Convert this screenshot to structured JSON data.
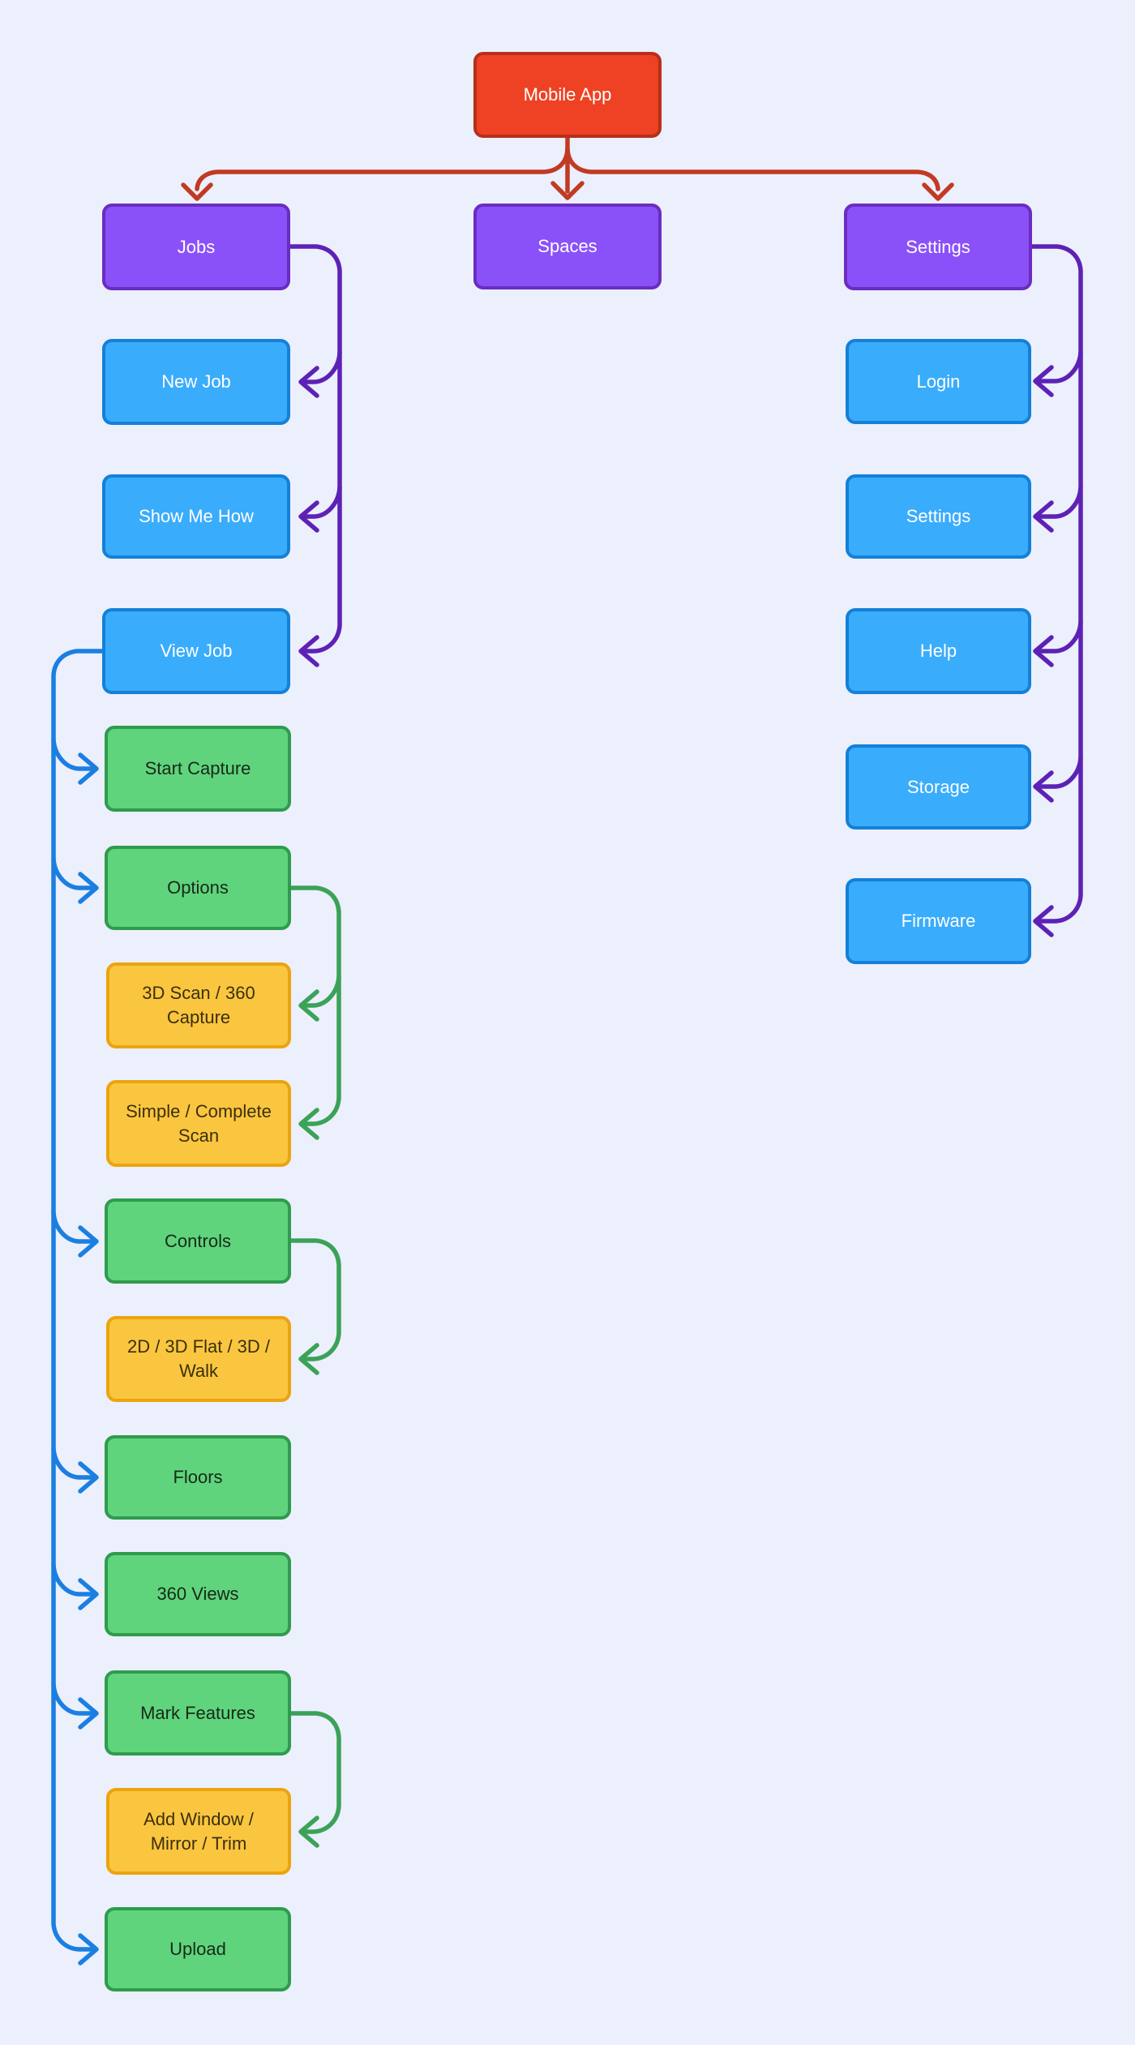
{
  "diagram": {
    "title_node": "Mobile App",
    "nodes": {
      "mobile_app": "Mobile App",
      "jobs": "Jobs",
      "spaces": "Spaces",
      "settings": "Settings",
      "new_job": "New Job",
      "show_me_how": "Show Me How",
      "view_job": "View Job",
      "start_capture": "Start Capture",
      "options": "Options",
      "scan_3d_360": "3D Scan / 360 Capture",
      "simple_complete": "Simple / Complete Scan",
      "controls": "Controls",
      "flat_walk": "2D / 3D Flat / 3D / Walk",
      "floors": "Floors",
      "views_360": "360 Views",
      "mark_features": "Mark Features",
      "add_window": "Add Window / Mirror / Trim",
      "upload": "Upload",
      "login": "Login",
      "settings_sub": "Settings",
      "help": "Help",
      "storage": "Storage",
      "firmware": "Firmware"
    },
    "hierarchy": {
      "mobile_app_children": [
        "Jobs",
        "Spaces",
        "Settings"
      ],
      "jobs_children": [
        "New Job",
        "Show Me How",
        "View Job"
      ],
      "view_job_children": [
        "Start Capture",
        "Options",
        "Controls",
        "Floors",
        "360 Views",
        "Mark Features",
        "Upload"
      ],
      "options_children": [
        "3D Scan / 360 Capture",
        "Simple / Complete Scan"
      ],
      "controls_children": [
        "2D / 3D Flat / 3D / Walk"
      ],
      "mark_features_children": [
        "Add Window / Mirror / Trim"
      ],
      "settings_children": [
        "Login",
        "Settings",
        "Help",
        "Storage",
        "Firmware"
      ]
    }
  },
  "colors": {
    "background": "#ECEFFC",
    "red_fill": "#EF4123",
    "red_border": "#B5301C",
    "red_arrow": "#C13A24",
    "purple_fill": "#8B51F8",
    "purple_border": "#6A2DC0",
    "purple_arrow": "#5D22B5",
    "blue_fill": "#3AACFC",
    "blue_border": "#1480D8",
    "blue_arrow": "#1B7FE2",
    "green_fill": "#5FD47C",
    "green_border": "#2F9B4E",
    "green_arrow": "#3BA258",
    "yellow_fill": "#FBC63F",
    "yellow_border": "#EBA40F",
    "green_text": "#18291A",
    "yellow_text": "#3B2F0E",
    "text_light": "#FFFFFF"
  }
}
